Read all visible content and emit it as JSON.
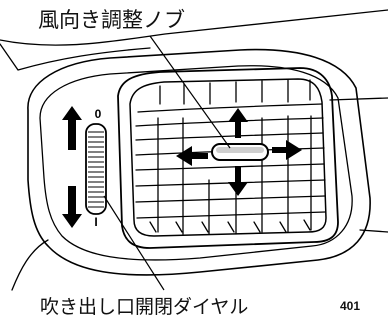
{
  "labels": {
    "direction_knob": "風向き調整ノブ",
    "open_close_dial": "吹き出し口開閉ダイヤル",
    "figure_number": "401"
  },
  "dial_marks": {
    "open": "0",
    "closed": "I"
  },
  "colors": {
    "line": "#000000",
    "background": "#ffffff"
  }
}
